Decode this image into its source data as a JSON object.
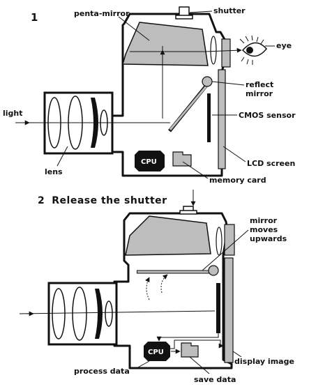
{
  "step1": {
    "number": "1",
    "labels": {
      "shutter": "shutter",
      "penta_mirror": "penta-mirror",
      "eye": "eye",
      "reflect_mirror_line1": "reflect",
      "reflect_mirror_line2": "mirror",
      "light": "light",
      "cmos_sensor": "CMOS sensor",
      "lens": "lens",
      "lcd_screen": "LCD screen",
      "memory_card": "memory card",
      "cpu": "CPU"
    }
  },
  "step2": {
    "number": "2",
    "heading": "Release the shutter",
    "labels": {
      "mirror_moves_line1": "mirror",
      "mirror_moves_line2": "moves",
      "mirror_moves_line3": "upwards",
      "process_data": "process data",
      "save_data": "save data",
      "display_image": "display image",
      "cpu": "CPU"
    }
  },
  "colors": {
    "ink": "#111111",
    "panel_gray": "#bdbdbd",
    "background": "#ffffff"
  }
}
